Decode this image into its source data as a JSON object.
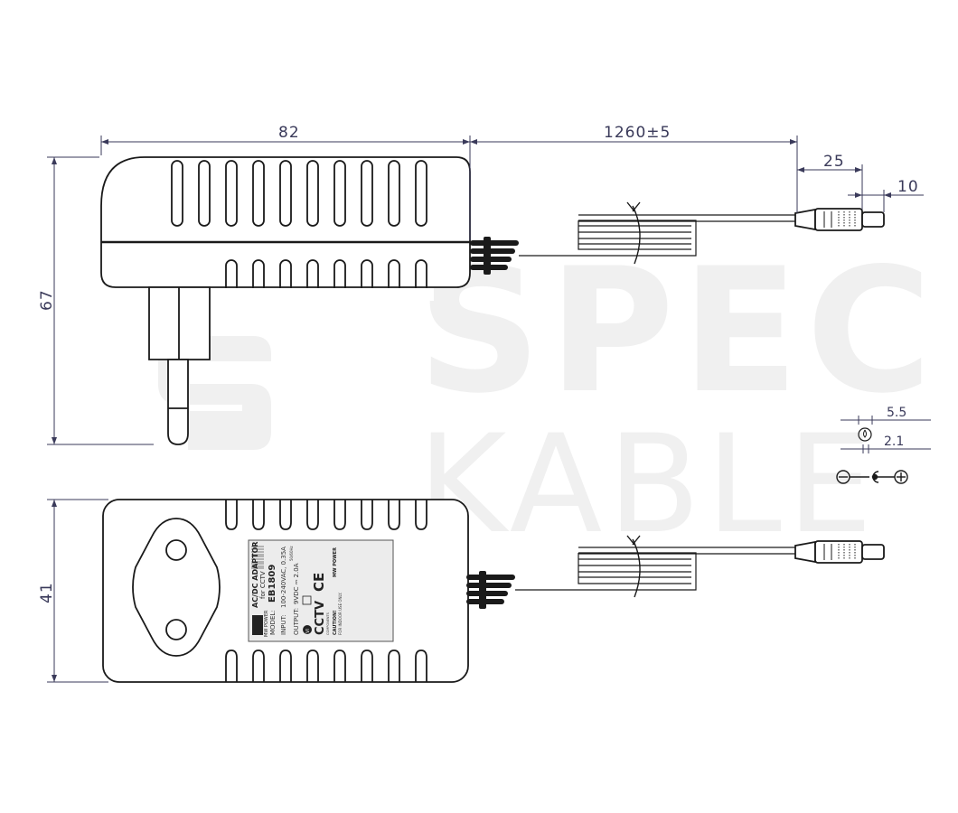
{
  "watermark": {
    "line1": "SPEC",
    "line2": "KABLE"
  },
  "dimensions": {
    "width": "82",
    "cable": "1260±5",
    "plug_length": "25",
    "plug_tip": "10",
    "height": "67",
    "depth": "41",
    "outer_diameter": "5.5",
    "inner_diameter": "2.1"
  },
  "polarity": {
    "minus": "⊖",
    "plus": "⊕"
  },
  "label": {
    "brand": "MW POWER",
    "product": "AC/DC ADAPTOR",
    "for": "for CCTV",
    "model_label": "MODEL:",
    "model": "EB1809",
    "input_label": "INPUT:",
    "input": "100-240VAC, 0.35A",
    "input_freq": "50/60Hz",
    "output_label": "OUTPUT:",
    "output": "9VDC ⎓ 2.0A",
    "level": "VI",
    "cctv": "CCTV",
    "cctv_sub": "COMPONENTS",
    "ce": "CE",
    "caution": "CAUTION!",
    "indoor": "FOR INDOOR USE ONLY.",
    "power": "MW POWER"
  }
}
